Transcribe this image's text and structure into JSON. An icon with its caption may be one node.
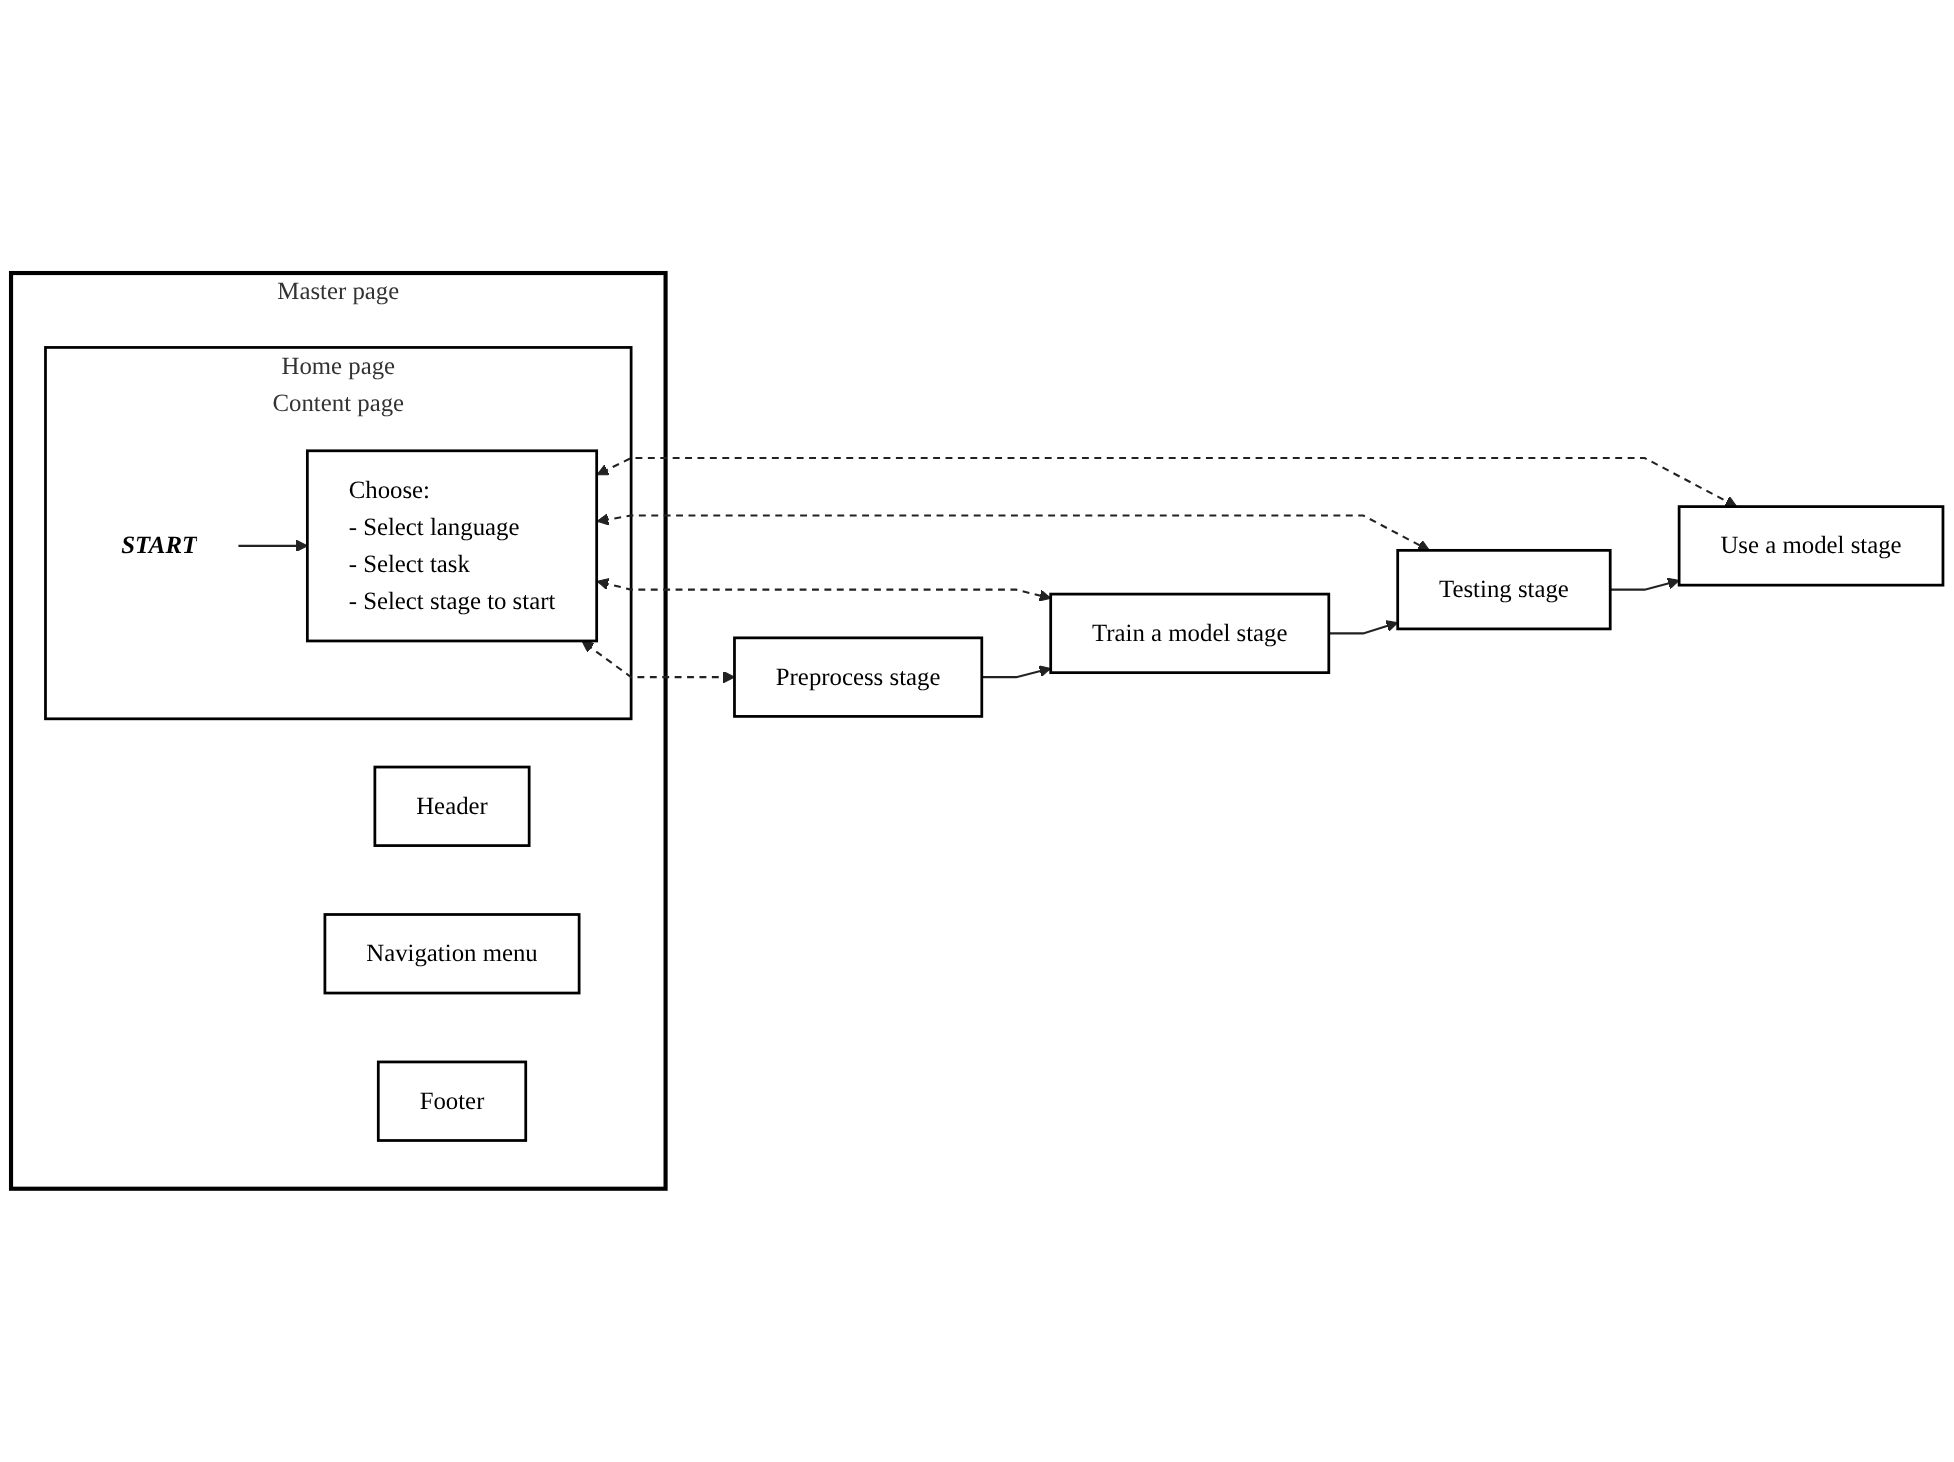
{
  "diagram": {
    "nodes": [
      {
        "text": [
          "Master page"
        ]
      },
      {
        "text": [
          "Header"
        ],
        "in": 0
      },
      {
        "text": [
          "Navigation menu"
        ],
        "in": 0
      },
      {
        "text": [
          "Home page",
          "Content page"
        ],
        "in": 0
      },
      {
        "text": [
          "START"
        ],
        "in": 3
      },
      {
        "text": [
          "Choose:",
          "- Select language",
          "- Select task",
          "- Select stage to start"
        ],
        "in": 3
      },
      {
        "text": [
          "Footer"
        ],
        "in": 0
      },
      {
        "text": [
          "Preprocess stage"
        ]
      },
      {
        "text": [
          "Train a model stage"
        ]
      },
      {
        "text": [
          "Testing stage"
        ]
      },
      {
        "text": [
          "Use a model stage"
        ]
      }
    ],
    "edges": [
      {
        "from": 4,
        "to": 5,
        "arrow": "to"
      },
      {
        "from": 5,
        "to": 7,
        "arrow": "both",
        "style": "dashed"
      },
      {
        "from": 5,
        "to": 8,
        "arrow": "both",
        "style": "dashed"
      },
      {
        "from": 5,
        "to": 9,
        "arrow": "both",
        "style": "dashed"
      },
      {
        "from": 5,
        "to": 10,
        "arrow": "both",
        "style": "dashed"
      },
      {
        "from": 7,
        "to": 8,
        "arrow": "to"
      },
      {
        "from": 8,
        "to": 9,
        "arrow": "to"
      },
      {
        "from": 9,
        "to": 10,
        "arrow": "to"
      }
    ]
  }
}
